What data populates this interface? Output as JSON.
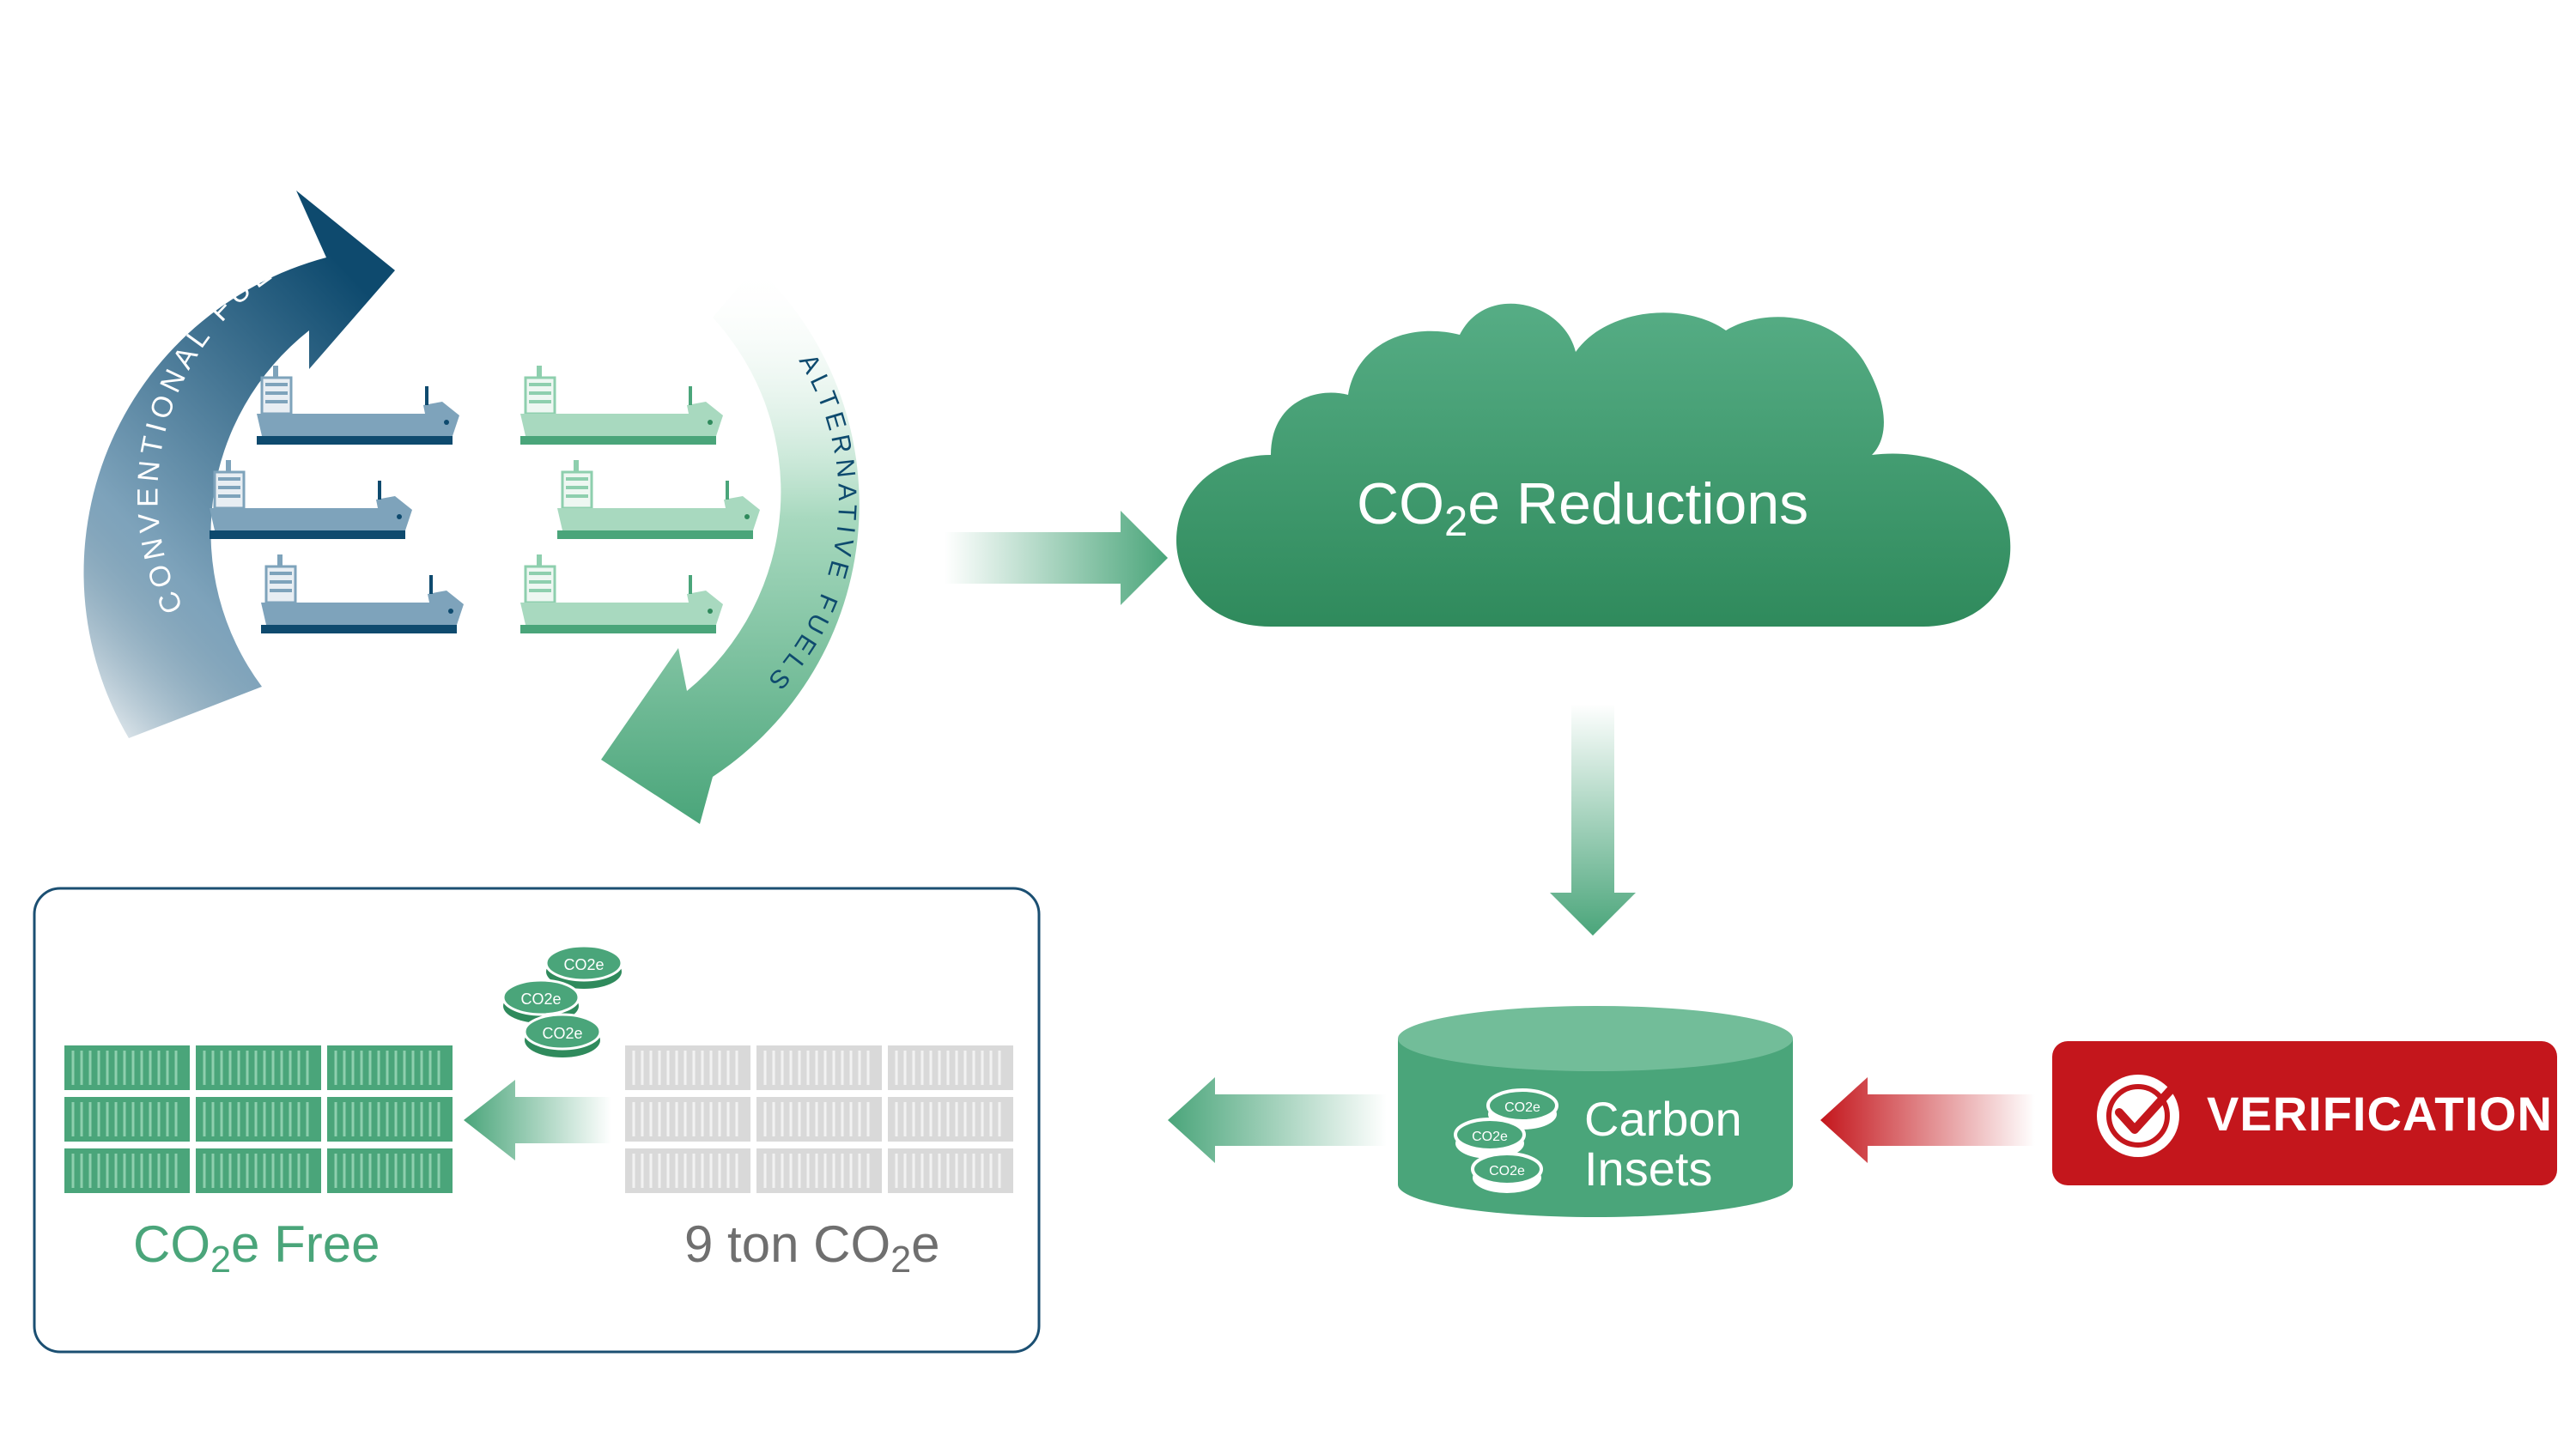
{
  "labels": {
    "conventional_fuels": "CONVENTIONAL FUELS",
    "alternative_fuels": "ALTERNATIVE FUELS",
    "reductions_prefix": "CO",
    "reductions_sub": "2",
    "reductions_suffix": "e Reductions",
    "insets_line1": "Carbon",
    "insets_line2": "Insets",
    "verification": "VERIFICATION",
    "free_prefix": "CO",
    "free_sub": "2",
    "free_suffix": "e Free",
    "ton_prefix": "9 ton CO",
    "ton_sub": "2",
    "ton_suffix": "e",
    "coin_text": "CO2e"
  },
  "colors": {
    "navy": "#0e4a6e",
    "steel_blue": "#7ea3bb",
    "green": "#4aa57a",
    "light_green": "#8ecfae",
    "dark_green": "#2f8a5c",
    "red": "#c4161c",
    "container_gray": "#d9d9d9",
    "box_border": "#1b4f72"
  }
}
